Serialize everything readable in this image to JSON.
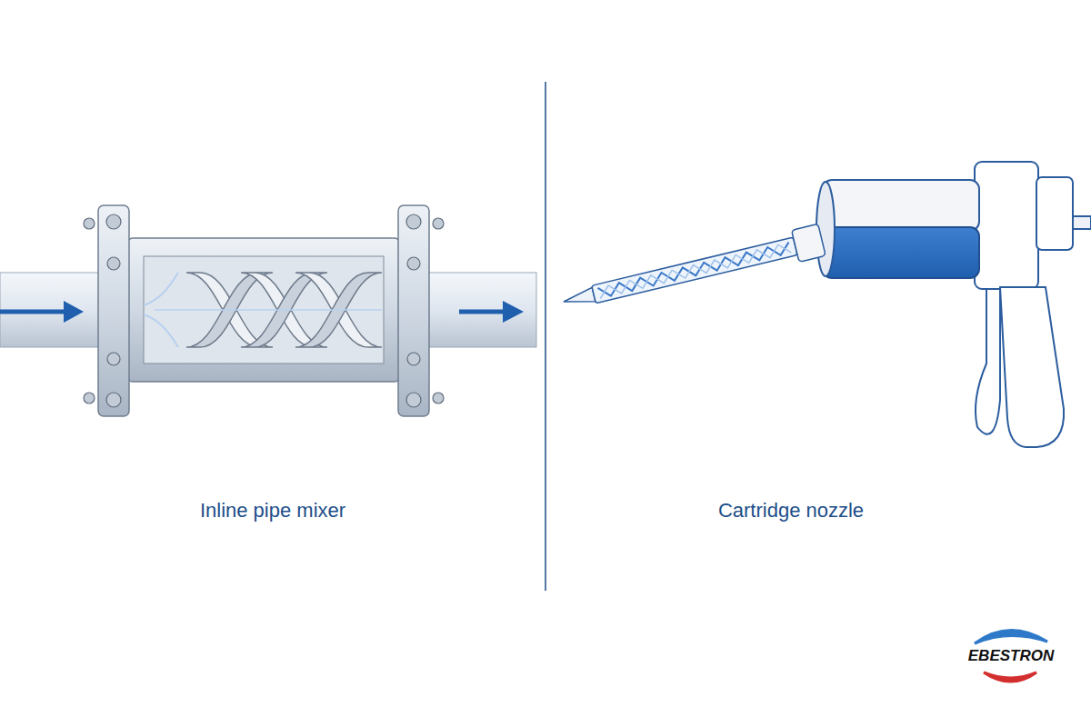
{
  "diagram": {
    "labels": [
      "Inline pipe mixer",
      "Cartridge nozzle",
      "EBESTRON"
    ]
  }
}
